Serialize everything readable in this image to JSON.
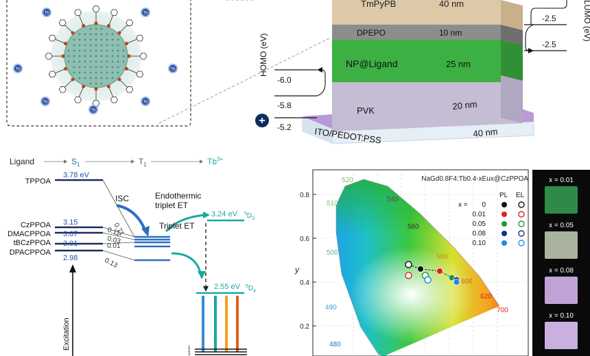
{
  "np_panel": {
    "ligand_marker": "Tb"
  },
  "device": {
    "layers": [
      {
        "name": "TmPyPB",
        "thickness": "40 nm",
        "color": "#ddc8a7"
      },
      {
        "name": "DPEPO",
        "thickness": "10 nm",
        "color": "#8d8d8d"
      },
      {
        "name": "NP@Ligand",
        "thickness": "25 nm",
        "color": "#3cb043"
      },
      {
        "name": "PVK",
        "thickness": "20 nm",
        "color": "#c5bdd3"
      },
      {
        "name": "ITO/PEDOT:PSS",
        "thickness": "40 nm",
        "color": "#b89ad6"
      }
    ],
    "homo_label": "HOMO (eV)",
    "lumo_label": "LUMO (eV)",
    "homo_values": [
      "-6.0",
      "-5.8",
      "-5.2"
    ],
    "lumo_values": [
      "-2.5",
      "-2.5"
    ],
    "plus_symbol": "+"
  },
  "energy": {
    "header": {
      "ligand": "Ligand",
      "s1": "S",
      "s1_sub": "1",
      "t1": "T",
      "t1_sub": "1",
      "tb": "Tb",
      "tb_sup": "3+"
    },
    "ligands": [
      "TPPOA",
      "CzPPOA",
      "DMACPPOA",
      "tBCzPPOA",
      "DPACPPOA"
    ],
    "s1_levels": [
      "3.78 eV",
      "3.15",
      "3.07",
      "3.01",
      "2.98"
    ],
    "isc_gaps": [
      "0.71",
      "0.11",
      "0.03",
      "0.01",
      "0.13"
    ],
    "labels": {
      "isc": "ISC",
      "endo1": "Endothermic",
      "endo2": "triplet ET",
      "triplet_et": "Triplet ET",
      "excitation": "Excitation"
    },
    "tb_levels": [
      {
        "energy": "3.24 eV",
        "term": "D",
        "pre": "5",
        "sub": "3"
      },
      {
        "energy": "2.55 eV",
        "term": "D",
        "pre": "5",
        "sub": "4"
      }
    ],
    "ground_labels": [
      "1",
      "2",
      "3"
    ]
  },
  "cie": {
    "title": "NaGd0.8F4:Tb0.4-xEux@CzPPOA",
    "ylabel": "y",
    "y_ticks": [
      "0.8",
      "0.6",
      "0.4",
      "0.2"
    ],
    "wavelengths": [
      "520",
      "540",
      "510",
      "560",
      "500",
      "580",
      "600",
      "620",
      "700",
      "490",
      "480"
    ],
    "legend": {
      "pl": "PL",
      "el": "EL",
      "x_label": "x =",
      "rows": [
        {
          "x": "0",
          "color": "#111111"
        },
        {
          "x": "0.01",
          "color": "#e02020"
        },
        {
          "x": "0.05",
          "color": "#1a9a3a"
        },
        {
          "x": "0.08",
          "color": "#1b2a8f"
        },
        {
          "x": "0.10",
          "color": "#1a8fe0"
        }
      ]
    },
    "points_pl": [
      [
        0.38,
        0.46
      ],
      [
        0.46,
        0.45
      ],
      [
        0.51,
        0.42
      ],
      [
        0.53,
        0.41
      ],
      [
        0.53,
        0.4
      ]
    ],
    "points_el": [
      [
        0.33,
        0.48
      ],
      [
        0.33,
        0.43
      ],
      [
        0.4,
        0.43
      ],
      [
        0.41,
        0.41
      ],
      [
        0.41,
        0.41
      ]
    ]
  },
  "photos": [
    {
      "label": "x = 0.01",
      "color": "#2f8a4a"
    },
    {
      "label": "x = 0.05",
      "color": "#a9b3a0"
    },
    {
      "label": "x = 0.08",
      "color": "#c0a3d6"
    },
    {
      "label": "x = 0.10",
      "color": "#c9b0e0"
    }
  ]
}
